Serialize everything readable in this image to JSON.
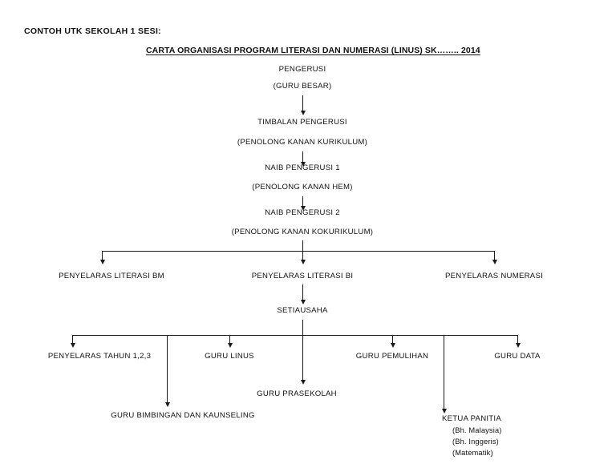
{
  "document": {
    "heading": "CONTOH UTK SEKOLAH 1 SESI:",
    "title": "CARTA ORGANISASI PROGRAM LITERASI DAN NUMERASI (LINUS) SK…….. 2014"
  },
  "chart": {
    "type": "org-chart",
    "chain": [
      {
        "label": "PENGERUSI"
      },
      {
        "label": "(GURU BESAR)"
      },
      {
        "label": "TIMBALAN PENGERUSI"
      },
      {
        "label": "(PENOLONG KANAN KURIKULUM)"
      },
      {
        "label": "NAIB PENGERUSI 1"
      },
      {
        "label": "(PENOLONG KANAN HEM)"
      },
      {
        "label": "NAIB PENGERUSI 2"
      },
      {
        "label": "(PENOLONG KANAN KOKURIKULUM)"
      }
    ],
    "coordinator_row": [
      {
        "label": "PENYELARAS LITERASI BM"
      },
      {
        "label": "PENYELARAS LITERASI BI"
      },
      {
        "label": "PENYELARAS NUMERASI"
      }
    ],
    "secretary": {
      "label": "SETIAUSAHA"
    },
    "staff_row": [
      {
        "label": "PENYELARAS TAHUN 1,2,3"
      },
      {
        "label": "GURU LINUS"
      },
      {
        "label": "GURU PEMULIHAN"
      },
      {
        "label": "GURU DATA"
      }
    ],
    "lower_row": [
      {
        "label": "GURU PRASEKOLAH"
      },
      {
        "label": "GURU BIMBINGAN DAN KAUNSELING"
      },
      {
        "label": "KETUA PANITIA"
      }
    ],
    "panitia_subjects": [
      {
        "label": "(Bh. Malaysia)"
      },
      {
        "label": "(Bh. Inggeris)"
      },
      {
        "label": "(Matematik)"
      }
    ]
  }
}
